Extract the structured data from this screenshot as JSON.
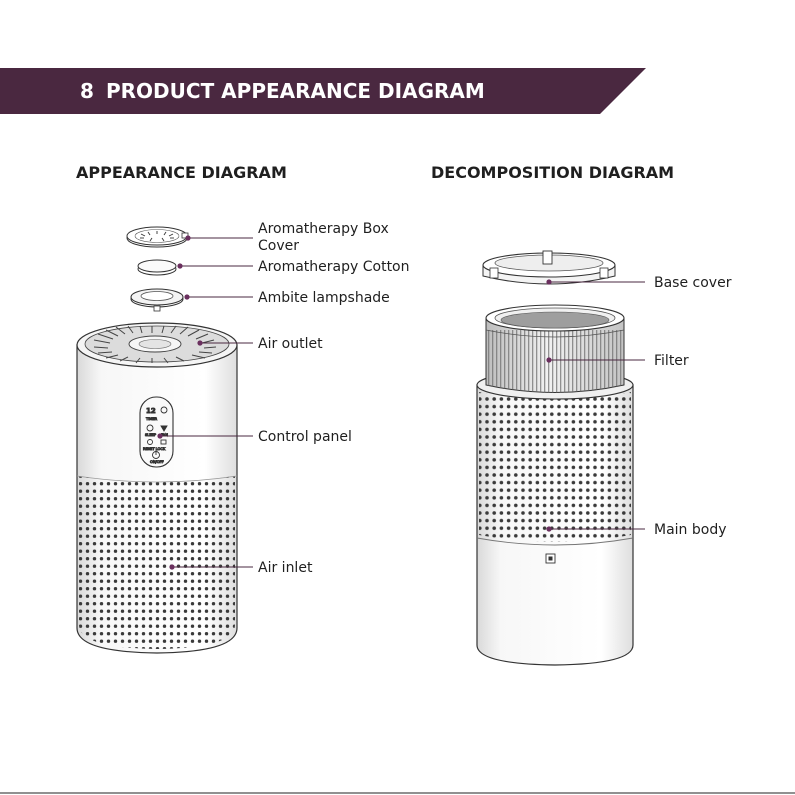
{
  "banner": {
    "number": "8",
    "title": "PRODUCT APPEARANCE DIAGRAM",
    "color": "#4a2840"
  },
  "appearance": {
    "title": "APPEARANCE DIAGRAM",
    "labels": {
      "aroma_box_cover_1": "Aromatherapy Box",
      "aroma_box_cover_2": "Cover",
      "aroma_cotton": "Aromatherapy Cotton",
      "lampshade": "Ambite lampshade",
      "air_outlet": "Air outlet",
      "control_panel": "Control panel",
      "air_inlet": "Air inlet"
    },
    "panel": {
      "timer": "TIMER",
      "sleep": "SLEEP",
      "fan": "FAN",
      "reset_lock": "RESET LOCK",
      "on_off": "ON/OFF"
    }
  },
  "decomposition": {
    "title": "DECOMPOSITION DIAGRAM",
    "labels": {
      "base_cover": "Base cover",
      "filter": "Filter",
      "main_body": "Main body"
    }
  },
  "colors": {
    "leader": "#4a2840",
    "dot": "#6a2f5e",
    "outline": "#333333"
  }
}
